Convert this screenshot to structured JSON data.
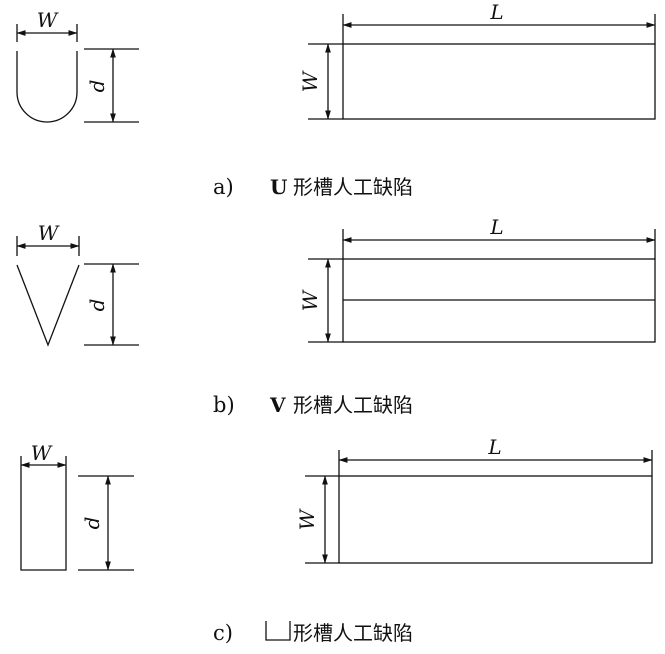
{
  "labels": {
    "width": "W",
    "depth": "d",
    "length": "L"
  },
  "captions": [
    {
      "tag": "a)",
      "shape": "U",
      "text": "形槽人工缺陷"
    },
    {
      "tag": "b)",
      "shape": "V",
      "text": "形槽人工缺陷"
    },
    {
      "tag": "c)",
      "shape": "",
      "text": "形槽人工缺陷"
    }
  ]
}
